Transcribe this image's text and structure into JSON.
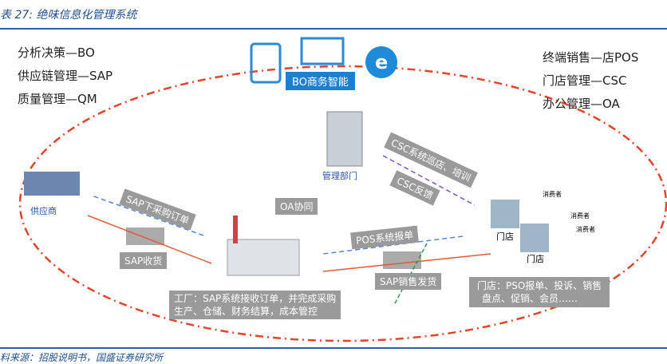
{
  "title": "表 27: 绝味信息化管理系统",
  "source": "料来源：招股说明书，国盛证券研究所",
  "left_legend": [
    "分析决策—BO",
    "供应链管理—SAP",
    "质量管理—QM"
  ],
  "right_legend": [
    "终端销售—店POS",
    "门店管理—CSC",
    "办公管理—OA"
  ],
  "bo_label": "BO商务智能",
  "nodes": {
    "supplier": "供应商",
    "management": "管理部门",
    "store1": "门店",
    "store2": "门店",
    "consumer": "消费者"
  },
  "flows": {
    "sap_order": "SAP下采购订单",
    "sap_receive": "SAP收货",
    "oa": "OA协同",
    "csc_patrol": "CSC系统巡店、培训",
    "csc_feedback": "CSC反馈",
    "pos_report": "POS系统报单",
    "sap_ship": "SAP销售发货"
  },
  "factory_desc": [
    "工厂：SAP系统接收订单，并完成采购",
    "生产、仓储、财务结算，成本管控"
  ],
  "store_desc": [
    "门店：PSO报单、投诉、销售",
    "盘点、促销、会员……"
  ],
  "colors": {
    "accent": "#2a5ea8",
    "ellipse": "#e0442a"
  }
}
